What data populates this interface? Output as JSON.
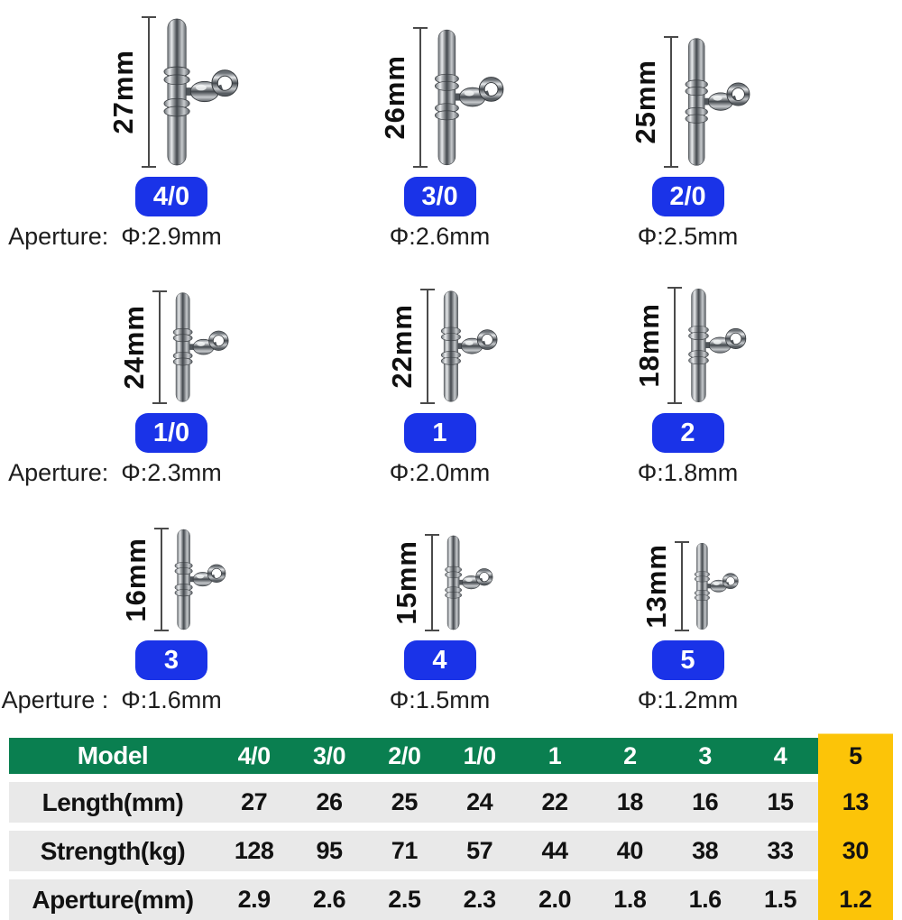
{
  "colors": {
    "badge_blue": "#1A33E8",
    "table_header_green": "#0A7F50",
    "highlight_yellow": "#FCC408",
    "table_row_gray": "#E9E9E9"
  },
  "products": [
    {
      "length_label": "27mm",
      "model": "4/0",
      "aperture_prefix": "Aperture:",
      "aperture_value": "Φ:2.9mm"
    },
    {
      "length_label": "26mm",
      "model": "3/0",
      "aperture_prefix": "",
      "aperture_value": "Φ:2.6mm"
    },
    {
      "length_label": "25mm",
      "model": "2/0",
      "aperture_prefix": "",
      "aperture_value": "Φ:2.5mm"
    },
    {
      "length_label": "24mm",
      "model": "1/0",
      "aperture_prefix": "Aperture:",
      "aperture_value": "Φ:2.3mm"
    },
    {
      "length_label": "22mm",
      "model": "1",
      "aperture_prefix": "",
      "aperture_value": "Φ:2.0mm"
    },
    {
      "length_label": "18mm",
      "model": "2",
      "aperture_prefix": "",
      "aperture_value": "Φ:1.8mm"
    },
    {
      "length_label": "16mm",
      "model": "3",
      "aperture_prefix": "Aperture :",
      "aperture_value": "Φ:1.6mm"
    },
    {
      "length_label": "15mm",
      "model": "4",
      "aperture_prefix": "",
      "aperture_value": "Φ:1.5mm"
    },
    {
      "length_label": "13mm",
      "model": "5",
      "aperture_prefix": "",
      "aperture_value": "Φ:1.2mm"
    }
  ],
  "spec_table": {
    "header_label": "Model",
    "header_models": [
      "4/0",
      "3/0",
      "2/0",
      "1/0",
      "1",
      "2",
      "3",
      "4",
      "5"
    ],
    "rows": [
      {
        "label": "Length(mm)",
        "values": [
          "27",
          "26",
          "25",
          "24",
          "22",
          "18",
          "16",
          "15",
          "13"
        ]
      },
      {
        "label": "Strength(kg)",
        "values": [
          "128",
          "95",
          "71",
          "57",
          "44",
          "40",
          "38",
          "33",
          "30"
        ]
      },
      {
        "label": "Aperture(mm)",
        "values": [
          "2.9",
          "2.6",
          "2.5",
          "2.3",
          "2.0",
          "1.8",
          "1.6",
          "1.5",
          "1.2"
        ]
      }
    ],
    "highlighted_model": "5"
  }
}
